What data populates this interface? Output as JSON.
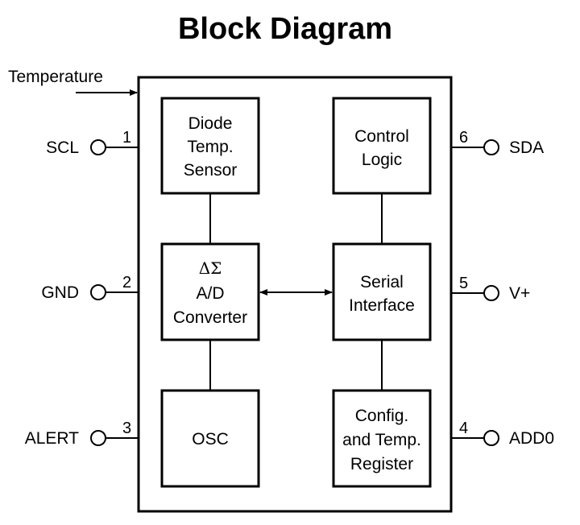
{
  "title": "Block Diagram",
  "input_label": "Temperature",
  "pins": {
    "scl": {
      "name": "SCL",
      "number": "1"
    },
    "gnd": {
      "name": "GND",
      "number": "2"
    },
    "alert": {
      "name": "ALERT",
      "number": "3"
    },
    "add0": {
      "name": "ADD0",
      "number": "4"
    },
    "vplus": {
      "name": "V+",
      "number": "5"
    },
    "sda": {
      "name": "SDA",
      "number": "6"
    }
  },
  "blocks": {
    "diode": {
      "lines": [
        "Diode",
        "Temp.",
        "Sensor"
      ]
    },
    "adc": {
      "symbol": "ΔΣ",
      "lines": [
        "A/D",
        "Converter"
      ]
    },
    "osc": {
      "lines": [
        "OSC"
      ]
    },
    "control": {
      "lines": [
        "Control",
        "Logic"
      ]
    },
    "serial": {
      "lines": [
        "Serial",
        "Interface"
      ]
    },
    "config": {
      "lines": [
        "Config.",
        "and Temp.",
        "Register"
      ]
    }
  }
}
